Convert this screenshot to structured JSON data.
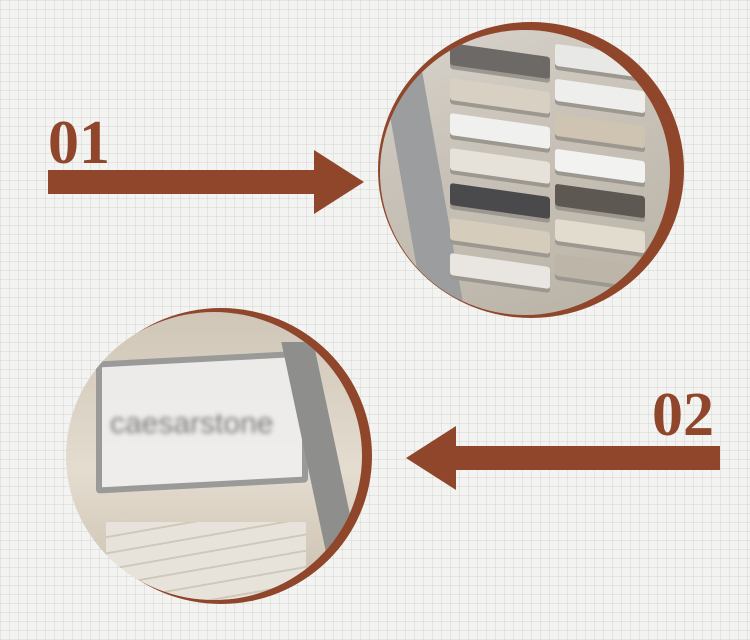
{
  "steps": [
    {
      "number": "01",
      "direction": "right"
    },
    {
      "number": "02",
      "direction": "left"
    }
  ],
  "photo2": {
    "logo_text": "caesarstone"
  },
  "colors": {
    "accent": "#8f462b",
    "background": "#f3f3f1"
  }
}
